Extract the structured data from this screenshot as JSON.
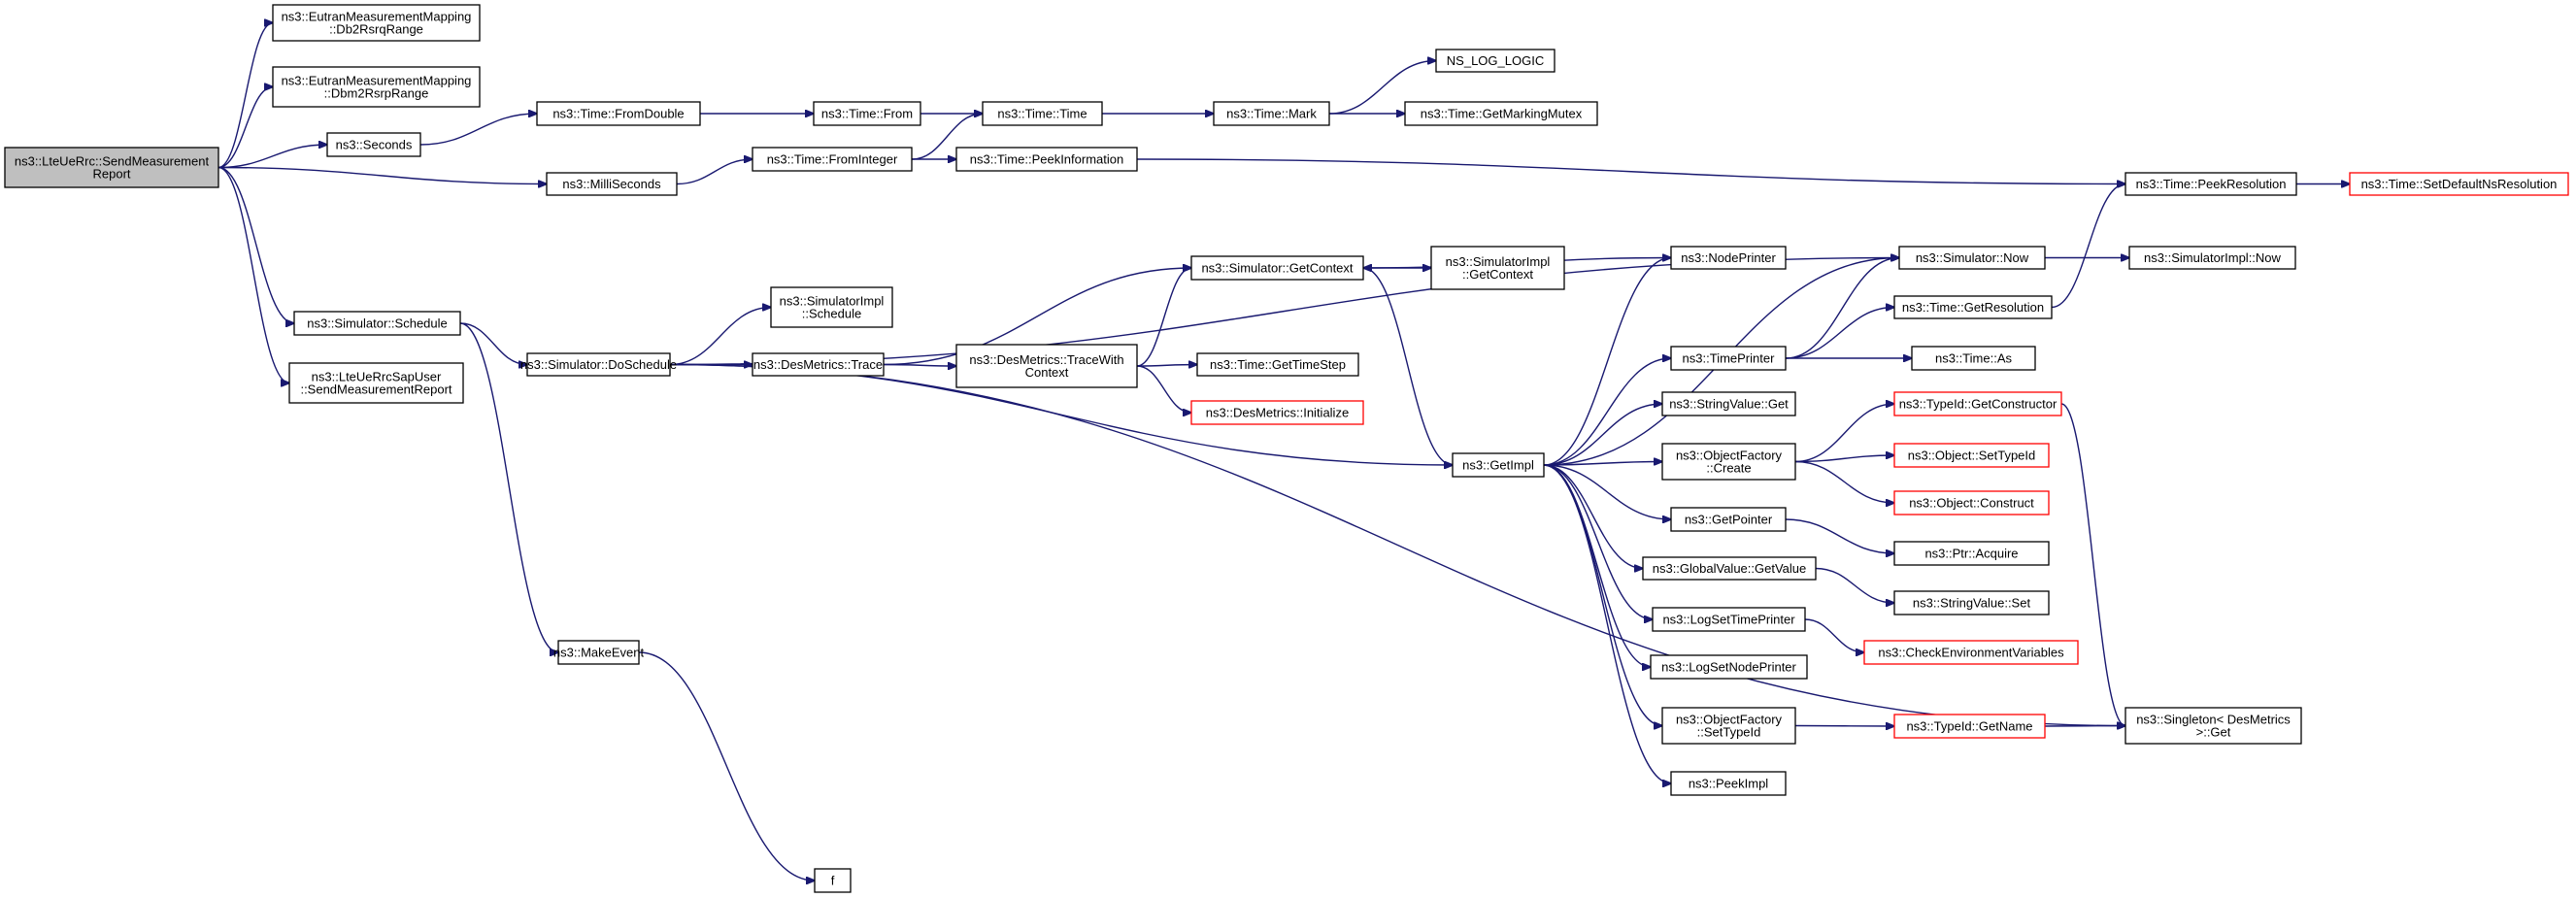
{
  "graph": {
    "root": {
      "id": "root",
      "lines": [
        "ns3::LteUeRrc::SendMeasurement",
        "Report"
      ]
    },
    "nodes": [
      {
        "id": "db2",
        "lines": [
          "ns3::EutranMeasurementMapping",
          "::Db2RsrqRange"
        ]
      },
      {
        "id": "dbm2",
        "lines": [
          "ns3::EutranMeasurementMapping",
          "::Dbm2RsrpRange"
        ]
      },
      {
        "id": "seconds",
        "lines": [
          "ns3::Seconds"
        ]
      },
      {
        "id": "milli",
        "lines": [
          "ns3::MilliSeconds"
        ]
      },
      {
        "id": "schedule",
        "lines": [
          "ns3::Simulator::Schedule"
        ]
      },
      {
        "id": "sapuser",
        "lines": [
          "ns3::LteUeRrcSapUser",
          "::SendMeasurementReport"
        ]
      },
      {
        "id": "fromdouble",
        "lines": [
          "ns3::Time::FromDouble"
        ]
      },
      {
        "id": "fromint",
        "lines": [
          "ns3::Time::FromInteger"
        ]
      },
      {
        "id": "from",
        "lines": [
          "ns3::Time::From"
        ]
      },
      {
        "id": "time",
        "lines": [
          "ns3::Time::Time"
        ]
      },
      {
        "id": "mark",
        "lines": [
          "ns3::Time::Mark"
        ]
      },
      {
        "id": "nslog",
        "lines": [
          "NS_LOG_LOGIC"
        ]
      },
      {
        "id": "mutex",
        "lines": [
          "ns3::Time::GetMarkingMutex"
        ]
      },
      {
        "id": "peekinfo",
        "lines": [
          "ns3::Time::PeekInformation"
        ]
      },
      {
        "id": "peekres",
        "lines": [
          "ns3::Time::PeekResolution"
        ]
      },
      {
        "id": "setdefres",
        "lines": [
          "ns3::Time::SetDefaultNsResolution"
        ],
        "red": true
      },
      {
        "id": "doschedule",
        "lines": [
          "ns3::Simulator::DoSchedule"
        ]
      },
      {
        "id": "implsched",
        "lines": [
          "ns3::SimulatorImpl",
          "::Schedule"
        ]
      },
      {
        "id": "trace",
        "lines": [
          "ns3::DesMetrics::Trace"
        ]
      },
      {
        "id": "tracewith",
        "lines": [
          "ns3::DesMetrics::TraceWith",
          "Context"
        ]
      },
      {
        "id": "getcontext",
        "lines": [
          "ns3::Simulator::GetContext"
        ]
      },
      {
        "id": "implgetctx",
        "lines": [
          "ns3::SimulatorImpl",
          "::GetContext"
        ]
      },
      {
        "id": "gettimestep",
        "lines": [
          "ns3::Time::GetTimeStep"
        ]
      },
      {
        "id": "desinit",
        "lines": [
          "ns3::DesMetrics::Initialize"
        ],
        "red": true
      },
      {
        "id": "makeevent",
        "lines": [
          "ns3::MakeEvent"
        ]
      },
      {
        "id": "f",
        "lines": [
          "f"
        ]
      },
      {
        "id": "getimpl",
        "lines": [
          "ns3::GetImpl"
        ]
      },
      {
        "id": "nodeprinter",
        "lines": [
          "ns3::NodePrinter"
        ]
      },
      {
        "id": "simnow",
        "lines": [
          "ns3::Simulator::Now"
        ]
      },
      {
        "id": "implnow",
        "lines": [
          "ns3::SimulatorImpl::Now"
        ]
      },
      {
        "id": "getres",
        "lines": [
          "ns3::Time::GetResolution"
        ]
      },
      {
        "id": "timeprinter",
        "lines": [
          "ns3::TimePrinter"
        ]
      },
      {
        "id": "timeas",
        "lines": [
          "ns3::Time::As"
        ]
      },
      {
        "id": "strget",
        "lines": [
          "ns3::StringValue::Get"
        ]
      },
      {
        "id": "ofcreate",
        "lines": [
          "ns3::ObjectFactory",
          "::Create"
        ]
      },
      {
        "id": "getctor",
        "lines": [
          "ns3::TypeId::GetConstructor"
        ],
        "red": true
      },
      {
        "id": "settypeid",
        "lines": [
          "ns3::Object::SetTypeId"
        ],
        "red": true
      },
      {
        "id": "construct",
        "lines": [
          "ns3::Object::Construct"
        ],
        "red": true
      },
      {
        "id": "getpointer",
        "lines": [
          "ns3::GetPointer"
        ]
      },
      {
        "id": "acquire",
        "lines": [
          "ns3::Ptr::Acquire"
        ]
      },
      {
        "id": "gvget",
        "lines": [
          "ns3::GlobalValue::GetValue"
        ]
      },
      {
        "id": "strset",
        "lines": [
          "ns3::StringValue::Set"
        ]
      },
      {
        "id": "logtime",
        "lines": [
          "ns3::LogSetTimePrinter"
        ]
      },
      {
        "id": "checkenv",
        "lines": [
          "ns3::CheckEnvironmentVariables"
        ],
        "red": true
      },
      {
        "id": "lognode",
        "lines": [
          "ns3::LogSetNodePrinter"
        ]
      },
      {
        "id": "ofsettype",
        "lines": [
          "ns3::ObjectFactory",
          "::SetTypeId"
        ]
      },
      {
        "id": "getname",
        "lines": [
          "ns3::TypeId::GetName"
        ],
        "red": true
      },
      {
        "id": "singleton",
        "lines": [
          "ns3::Singleton< DesMetrics",
          ">::Get"
        ]
      },
      {
        "id": "peekimpl",
        "lines": [
          "ns3::PeekImpl"
        ]
      }
    ],
    "edges": [
      [
        "root",
        "db2"
      ],
      [
        "root",
        "dbm2"
      ],
      [
        "root",
        "seconds"
      ],
      [
        "root",
        "milli"
      ],
      [
        "root",
        "schedule"
      ],
      [
        "root",
        "sapuser"
      ],
      [
        "seconds",
        "fromdouble"
      ],
      [
        "fromdouble",
        "from"
      ],
      [
        "from",
        "time"
      ],
      [
        "time",
        "mark"
      ],
      [
        "mark",
        "nslog"
      ],
      [
        "mark",
        "mutex"
      ],
      [
        "milli",
        "fromint"
      ],
      [
        "fromint",
        "time"
      ],
      [
        "fromint",
        "peekinfo"
      ],
      [
        "peekinfo",
        "peekres"
      ],
      [
        "peekres",
        "setdefres"
      ],
      [
        "schedule",
        "doschedule"
      ],
      [
        "schedule",
        "makeevent"
      ],
      [
        "makeevent",
        "f"
      ],
      [
        "doschedule",
        "implsched"
      ],
      [
        "doschedule",
        "trace"
      ],
      [
        "doschedule",
        "simnow"
      ],
      [
        "doschedule",
        "getimpl"
      ],
      [
        "doschedule",
        "singleton"
      ],
      [
        "trace",
        "tracewith"
      ],
      [
        "trace",
        "getcontext"
      ],
      [
        "tracewith",
        "getcontext"
      ],
      [
        "tracewith",
        "gettimestep"
      ],
      [
        "tracewith",
        "desinit"
      ],
      [
        "getcontext",
        "implgetctx"
      ],
      [
        "getcontext",
        "getimpl"
      ],
      [
        "getimpl",
        "nodeprinter"
      ],
      [
        "getimpl",
        "simnow"
      ],
      [
        "getimpl",
        "timeprinter"
      ],
      [
        "getimpl",
        "strget"
      ],
      [
        "getimpl",
        "ofcreate"
      ],
      [
        "getimpl",
        "getpointer"
      ],
      [
        "getimpl",
        "gvget"
      ],
      [
        "getimpl",
        "logtime"
      ],
      [
        "getimpl",
        "lognode"
      ],
      [
        "getimpl",
        "ofsettype"
      ],
      [
        "getimpl",
        "peekimpl"
      ],
      [
        "nodeprinter",
        "getcontext"
      ],
      [
        "simnow",
        "implnow"
      ],
      [
        "timeprinter",
        "simnow"
      ],
      [
        "timeprinter",
        "getres"
      ],
      [
        "timeprinter",
        "timeas"
      ],
      [
        "getres",
        "peekres"
      ],
      [
        "ofcreate",
        "getctor"
      ],
      [
        "ofcreate",
        "settypeid"
      ],
      [
        "ofcreate",
        "construct"
      ],
      [
        "getctor",
        "singleton"
      ],
      [
        "getpointer",
        "acquire"
      ],
      [
        "gvget",
        "strset"
      ],
      [
        "logtime",
        "checkenv"
      ],
      [
        "ofsettype",
        "getname"
      ],
      [
        "getname",
        "singleton"
      ]
    ]
  },
  "colors": {
    "edge": "#191970",
    "node_border": "#000000",
    "root_fill": "#bfbfbf",
    "unresolved_border": "#ff0000"
  }
}
